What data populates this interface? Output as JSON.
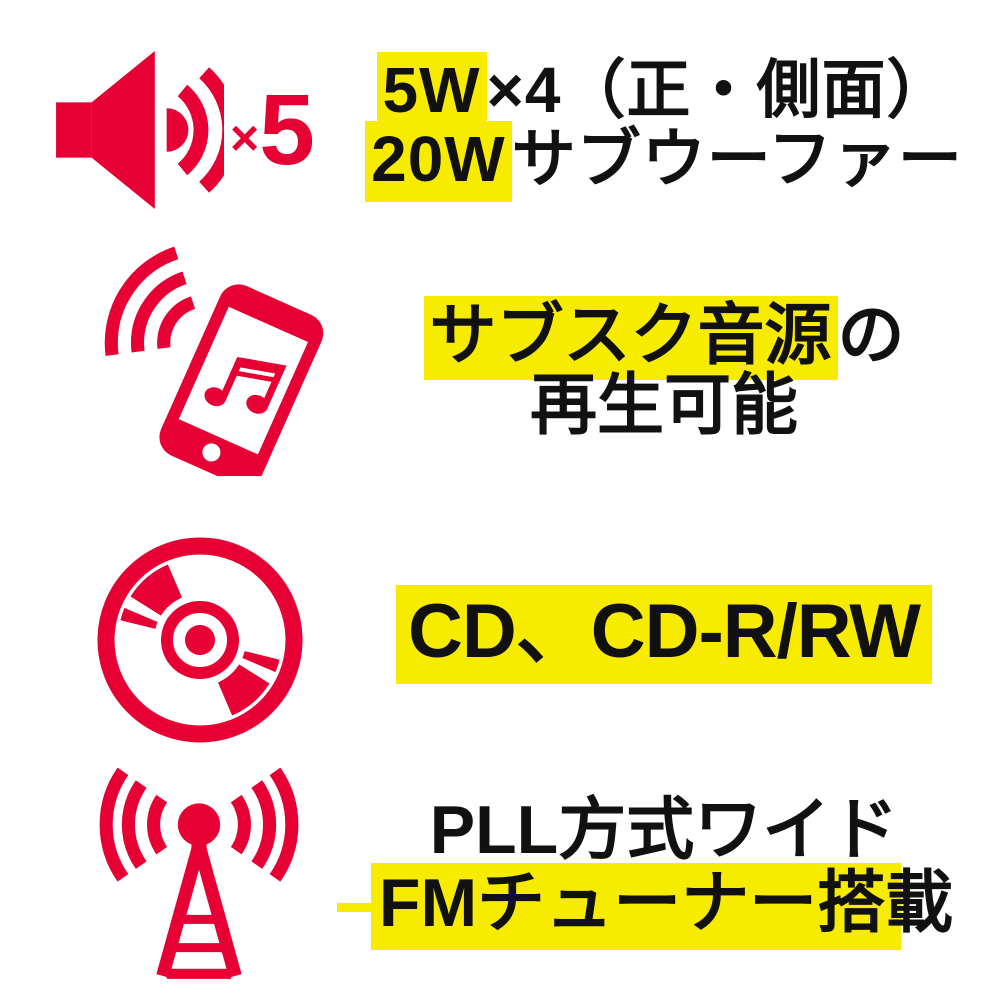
{
  "colors": {
    "accent": "#e60033",
    "highlight": "#f7ec00",
    "text": "#111111",
    "background": "#ffffff"
  },
  "features": [
    {
      "icon": "speaker-volume-icon",
      "badge": {
        "times": "×",
        "count": "5"
      },
      "lines": [
        {
          "segments": [
            {
              "text": "5W",
              "highlight": true
            },
            {
              "text": "×4（正・側面）",
              "highlight": false
            }
          ]
        },
        {
          "segments": [
            {
              "text": "20W",
              "highlight": true
            },
            {
              "text": "サブウーファー",
              "highlight": false
            }
          ]
        }
      ]
    },
    {
      "icon": "smartphone-music-icon",
      "lines": [
        {
          "segments": [
            {
              "text": "サブスク音源",
              "highlight": true
            },
            {
              "text": "の",
              "highlight": false
            }
          ]
        },
        {
          "segments": [
            {
              "text": "再生可能",
              "highlight": false
            }
          ]
        }
      ]
    },
    {
      "icon": "cd-disc-icon",
      "lines": [
        {
          "segments": [
            {
              "text": "CD、CD-R/RW",
              "highlight": true
            }
          ]
        }
      ]
    },
    {
      "icon": "radio-antenna-icon",
      "lines": [
        {
          "segments": [
            {
              "text": "PLL方式ワイド",
              "highlight": false
            }
          ]
        },
        {
          "segments": [
            {
              "text": "FMチューナー搭載",
              "highlight": "partial"
            }
          ]
        }
      ]
    }
  ]
}
